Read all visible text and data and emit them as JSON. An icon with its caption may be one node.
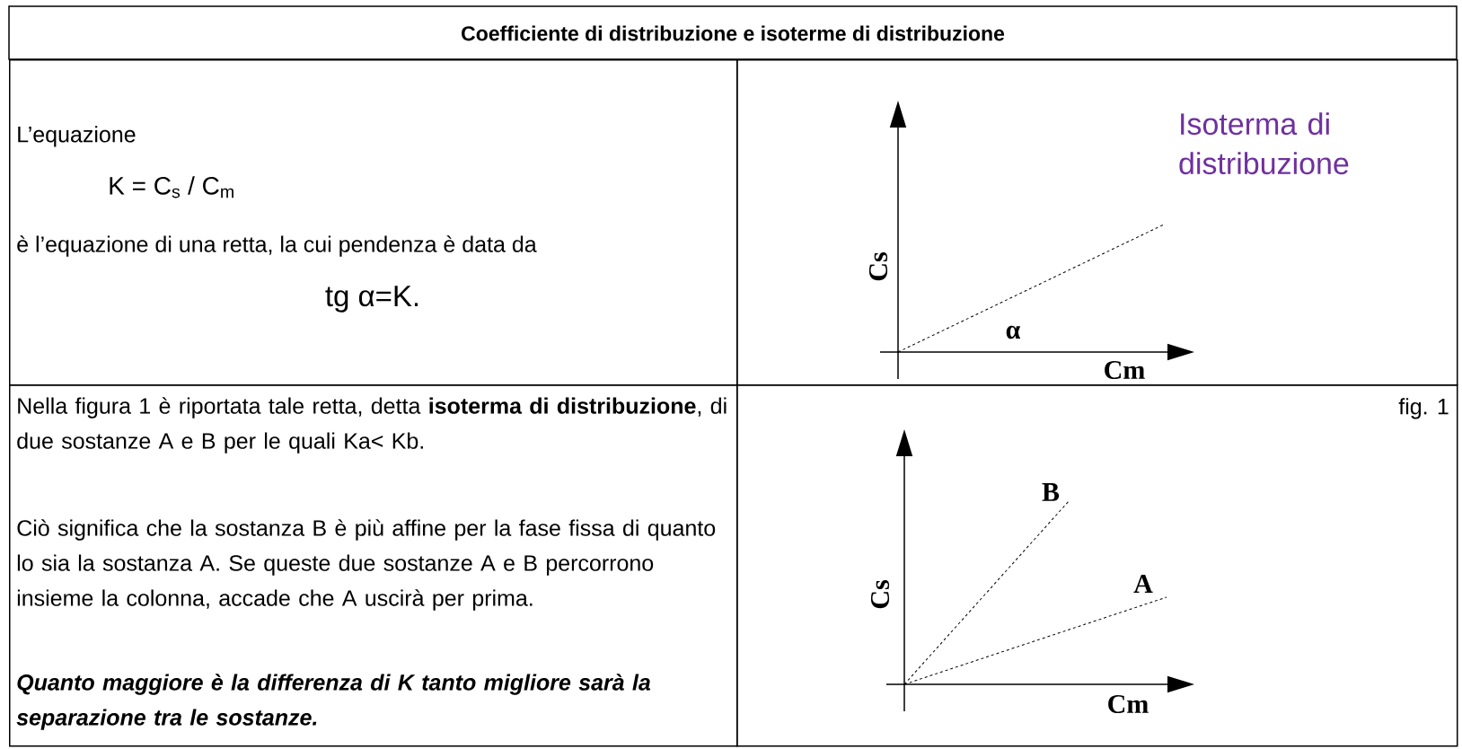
{
  "diagram": {
    "title": "Coefficiente di distribuzione e isoterme di distribuzione",
    "nodes": [
      {
        "text": [
          "L’equazione",
          "K = C$_{s}$  / C$_{m}$",
          "è l’equazione di una retta, la cui pendenza è data da",
          "tg α=K."
        ]
      },
      {
        "text": [
          "Isoterma di distribuzione"
        ]
      },
      {
        "text": [
          "Nella figura 1  è riportata tale retta, detta **isoterma di distribuzione**, di due sostanze A e B per le quali Ka< Kb.",
          "Ciò significa che la sostanza B è più affine per la fase fissa di quanto lo sia la sostanza A. Se  queste due sostanze A e B percorrono insieme la colonna, accade che A uscirà per prima.",
          "Quanto maggiore è la differenza di K tanto migliore sarà la separazione tra le sostanze."
        ]
      },
      {
        "text": [
          "fig. 1"
        ]
      }
    ],
    "labels": [
      "Cs",
      "α",
      "Cm",
      "B",
      "A",
      "Cs",
      "Cm"
    ]
  }
}
